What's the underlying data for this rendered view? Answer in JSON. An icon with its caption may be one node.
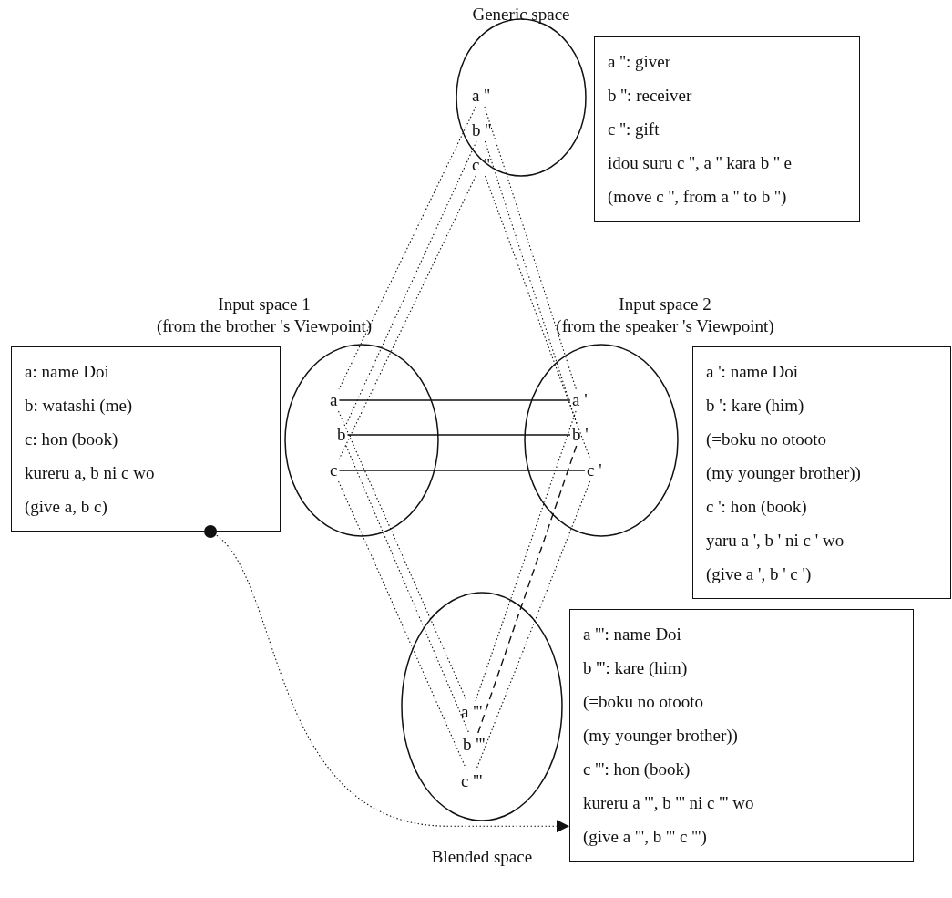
{
  "diagram": {
    "nodes": [
      {
        "text": [
          "Generic space"
        ]
      },
      {
        "text": [
          "a ''"
        ],
        "in": 0
      },
      {
        "text": [
          "b ''"
        ],
        "in": 0
      },
      {
        "text": [
          "c ''"
        ],
        "in": 0
      },
      {
        "text": [
          "Input space 1",
          "(from the brother 's Viewpoint)"
        ]
      },
      {
        "text": [
          "a"
        ],
        "in": 4
      },
      {
        "text": [
          "b"
        ],
        "in": 4
      },
      {
        "text": [
          "c"
        ],
        "in": 4
      },
      {
        "text": [
          "Input space 2",
          "(from the speaker 's Viewpoint)"
        ]
      },
      {
        "text": [
          "a '"
        ],
        "in": 8
      },
      {
        "text": [
          "b '"
        ],
        "in": 8
      },
      {
        "text": [
          "c '"
        ],
        "in": 8
      },
      {
        "text": [
          "Blended space"
        ]
      },
      {
        "text": [
          "a '''"
        ],
        "in": 12
      },
      {
        "text": [
          "b '''"
        ],
        "in": 12
      },
      {
        "text": [
          "c '''"
        ],
        "in": 12
      },
      {
        "text": [
          "a '': giver",
          "b '': receiver",
          "c '': gift",
          "idou suru c '', a '' kara b '' e",
          "(move c '', from a '' to b '')"
        ]
      },
      {
        "text": [
          "a: name Doi",
          "b: watashi (me)",
          "c: hon (book)",
          "kureru a, b ni c wo",
          "(give a, b c)"
        ]
      },
      {
        "text": [
          "a ': name Doi",
          "b ': kare (him)",
          "(=boku no otooto",
          "(my younger brother))",
          "c ': hon (book)",
          "yaru a ', b ' ni c ' wo",
          "(give a ', b ' c ')"
        ]
      },
      {
        "text": [
          "a ''': name Doi",
          "b ''': kare (him)",
          "(=boku no otooto",
          "(my younger brother))",
          "c ''': hon (book)",
          "kureru a ''', b ''' ni c ''' wo",
          "(give a ''', b ''' c ''')"
        ]
      }
    ],
    "edges": [
      {
        "from": 1,
        "to": 5,
        "arrow": "none",
        "style": "dashed"
      },
      {
        "from": 1,
        "to": 9,
        "arrow": "none",
        "style": "dashed"
      },
      {
        "from": 2,
        "to": 6,
        "arrow": "none",
        "style": "dashed"
      },
      {
        "from": 2,
        "to": 10,
        "arrow": "none",
        "style": "dashed"
      },
      {
        "from": 3,
        "to": 7,
        "arrow": "none",
        "style": "dashed"
      },
      {
        "from": 3,
        "to": 11,
        "arrow": "none",
        "style": "dashed"
      },
      {
        "from": 5,
        "to": 9,
        "arrow": "none"
      },
      {
        "from": 6,
        "to": 10,
        "arrow": "none"
      },
      {
        "from": 7,
        "to": 11,
        "arrow": "none"
      },
      {
        "from": 5,
        "to": 13,
        "arrow": "none",
        "style": "dashed"
      },
      {
        "from": 6,
        "to": 14,
        "arrow": "none",
        "style": "dashed"
      },
      {
        "from": 7,
        "to": 15,
        "arrow": "none",
        "style": "dashed"
      },
      {
        "from": 9,
        "to": 13,
        "arrow": "none",
        "style": "dashed"
      },
      {
        "from": 10,
        "to": 14,
        "arrow": "none",
        "style": "dashed"
      },
      {
        "from": 11,
        "to": 15,
        "arrow": "none",
        "style": "dashed"
      },
      {
        "from": 17,
        "to": 19,
        "arrow": "to",
        "style": "dashed"
      }
    ]
  }
}
